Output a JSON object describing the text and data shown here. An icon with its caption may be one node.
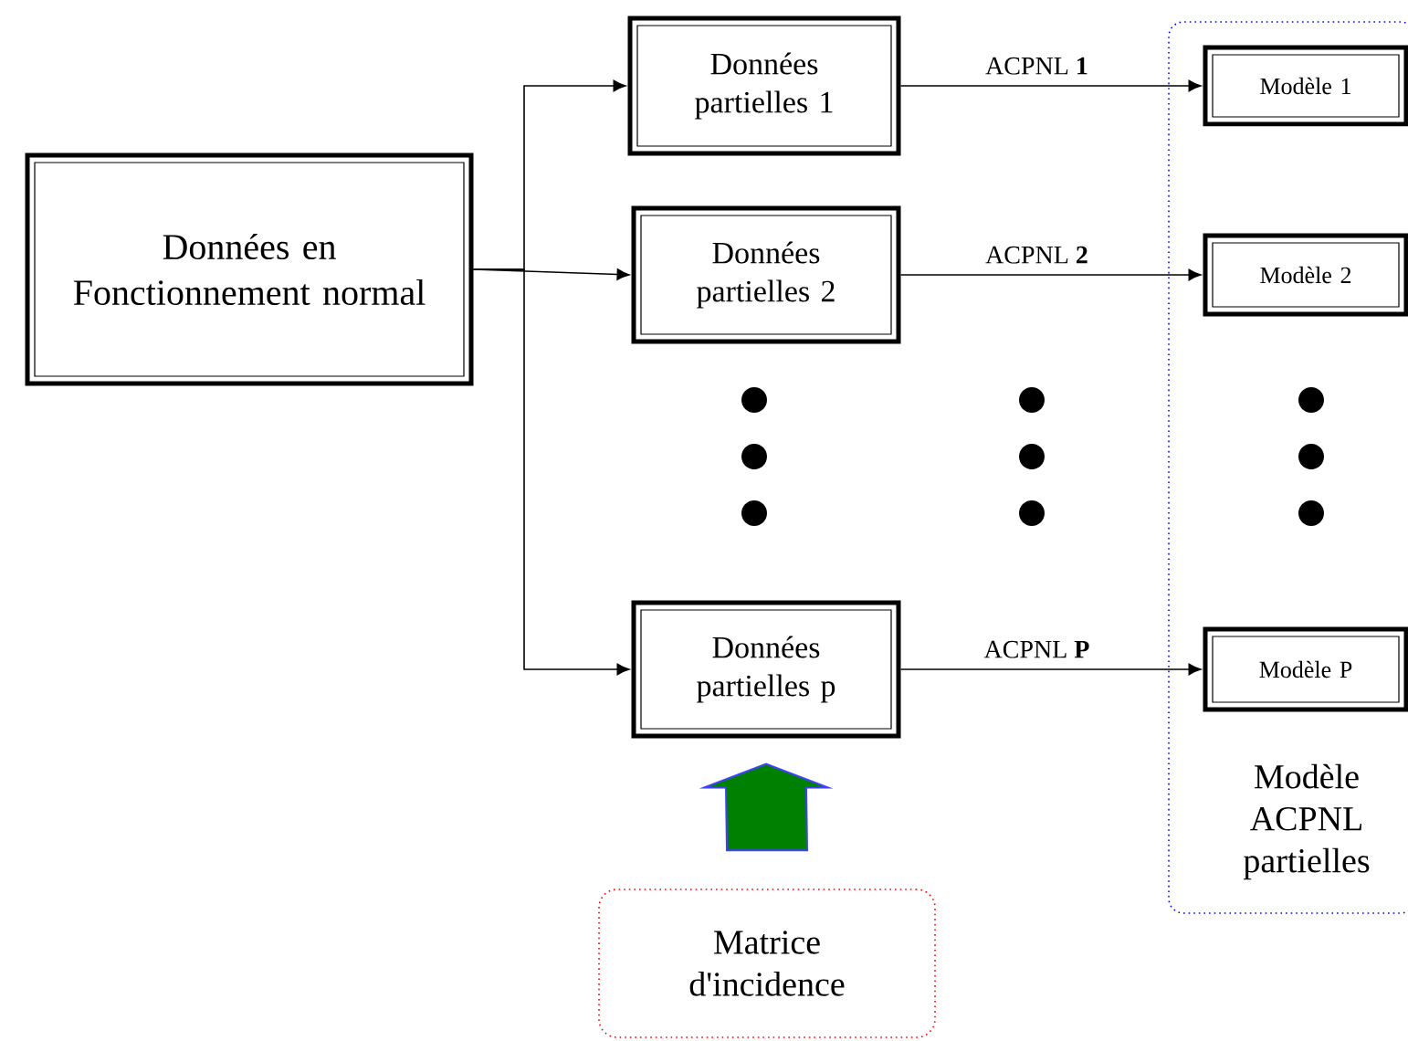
{
  "diagram": {
    "nodes": [
      {
        "text": [
          "Données en Fonctionnement normal"
        ]
      },
      {
        "text": [
          "Données partielles 1"
        ]
      },
      {
        "text": [
          "Données partielles 2"
        ]
      },
      {
        "text": [
          "Données partielles p"
        ]
      },
      {
        "text": [
          "Modèle ACPNL partielles"
        ]
      },
      {
        "text": [
          "Modèle 1"
        ],
        "in": 4
      },
      {
        "text": [
          "Modèle 2"
        ],
        "in": 4
      },
      {
        "text": [
          "Modèle P"
        ],
        "in": 4
      },
      {
        "text": [
          "Matrice d'incidence"
        ]
      }
    ],
    "edges": [
      {
        "from": 0,
        "to": 1,
        "arrow": "to"
      },
      {
        "from": 0,
        "to": 2,
        "arrow": "to"
      },
      {
        "from": 0,
        "to": 3,
        "arrow": "to"
      },
      {
        "from": 1,
        "to": 5,
        "arrow": "to",
        "label": "ACPNL **1**"
      },
      {
        "from": 2,
        "to": 6,
        "arrow": "to",
        "label": "ACPNL **2**"
      },
      {
        "from": 3,
        "to": 7,
        "arrow": "to",
        "label": "ACPNL **P**"
      },
      {
        "from": 8,
        "to": 3,
        "arrow": "to",
        "style": "thick",
        "color": "#008000"
      }
    ]
  }
}
